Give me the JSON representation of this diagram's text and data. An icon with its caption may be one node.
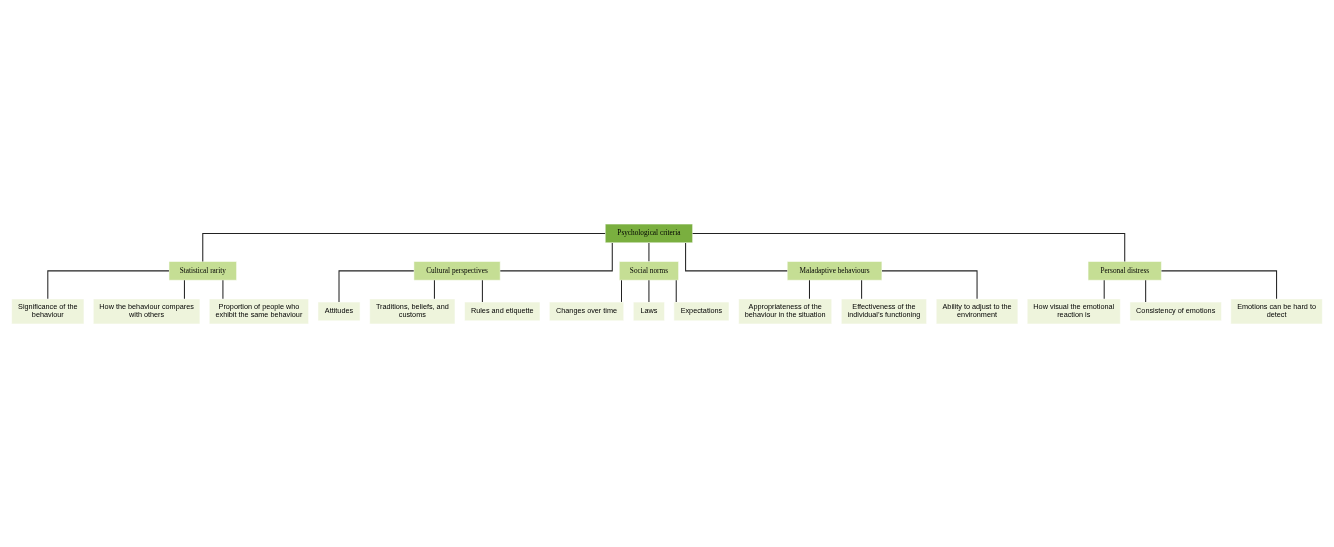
{
  "diagram": {
    "nodes": [
      {
        "text": [
          "Psychological criteria"
        ]
      },
      {
        "text": [
          "Statistical rarity"
        ]
      },
      {
        "text": [
          "Significance of the behaviour"
        ]
      },
      {
        "text": [
          "How the behaviour compares with others"
        ]
      },
      {
        "text": [
          "Proportion of people who exhibit the same behaviour"
        ]
      },
      {
        "text": [
          "Cultural perspectives"
        ]
      },
      {
        "text": [
          "Attitudes"
        ]
      },
      {
        "text": [
          "Traditions, beliefs, and customs"
        ]
      },
      {
        "text": [
          "Rules and etiquette"
        ]
      },
      {
        "text": [
          "Social norms"
        ]
      },
      {
        "text": [
          "Changes over time"
        ]
      },
      {
        "text": [
          "Laws"
        ]
      },
      {
        "text": [
          "Expectations"
        ]
      },
      {
        "text": [
          "Maladaptive behaviours"
        ]
      },
      {
        "text": [
          "Appropriateness of the behaviour in the situation"
        ]
      },
      {
        "text": [
          "Effectiveness of the individual’s functioning"
        ]
      },
      {
        "text": [
          "Ability to adjust to the environment"
        ]
      },
      {
        "text": [
          "Personal distress"
        ]
      },
      {
        "text": [
          "How visual the emotional reaction is"
        ]
      },
      {
        "text": [
          "Consistency of emotions"
        ]
      },
      {
        "text": [
          "Emotions can be hard to detect"
        ]
      }
    ],
    "edges": [
      {
        "from": 0,
        "to": 1,
        "arrow": "none"
      },
      {
        "from": 1,
        "to": 2,
        "arrow": "none"
      },
      {
        "from": 1,
        "to": 3,
        "arrow": "none"
      },
      {
        "from": 1,
        "to": 4,
        "arrow": "none"
      },
      {
        "from": 0,
        "to": 5,
        "arrow": "none"
      },
      {
        "from": 5,
        "to": 6,
        "arrow": "none"
      },
      {
        "from": 5,
        "to": 7,
        "arrow": "none"
      },
      {
        "from": 5,
        "to": 8,
        "arrow": "none"
      },
      {
        "from": 0,
        "to": 9,
        "arrow": "none"
      },
      {
        "from": 9,
        "to": 10,
        "arrow": "none"
      },
      {
        "from": 9,
        "to": 11,
        "arrow": "none"
      },
      {
        "from": 9,
        "to": 12,
        "arrow": "none"
      },
      {
        "from": 0,
        "to": 13,
        "arrow": "none"
      },
      {
        "from": 13,
        "to": 14,
        "arrow": "none"
      },
      {
        "from": 13,
        "to": 15,
        "arrow": "none"
      },
      {
        "from": 13,
        "to": 16,
        "arrow": "none"
      },
      {
        "from": 0,
        "to": 17,
        "arrow": "none"
      },
      {
        "from": 17,
        "to": 18,
        "arrow": "none"
      },
      {
        "from": 17,
        "to": 19,
        "arrow": "none"
      },
      {
        "from": 17,
        "to": 20,
        "arrow": "none"
      }
    ]
  }
}
